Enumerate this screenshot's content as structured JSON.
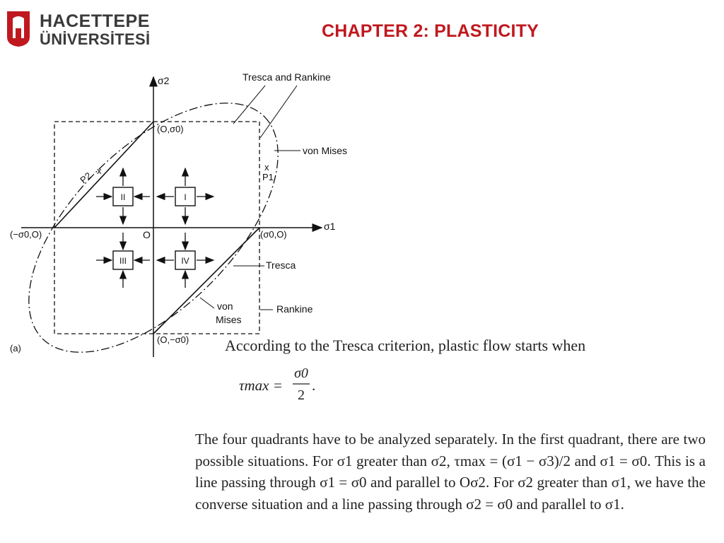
{
  "header": {
    "university_line1": "HACETTEPE",
    "university_line2": "ÜNİVERSİTESİ",
    "title": "CHAPTER 2: PLASTICITY",
    "brand_color": "#c0181f",
    "logo_icon": "hacettepe-logo-icon"
  },
  "figure": {
    "panel_label": "(a)",
    "axis_sigma2": "σ2",
    "axis_sigma1": "σ1",
    "origin": "O",
    "point_top": "(O,σ0)",
    "point_bottom": "(O,−σ0)",
    "point_left": "(−σ0,O)",
    "point_right": "(σ0,O)",
    "label_tresca_rankine": "Tresca and Rankine",
    "label_von_mises": "von Mises",
    "label_tresca": "Tresca",
    "label_rankine": "Rankine",
    "label_von_mises_inner_1": "von",
    "label_von_mises_inner_2": "Mises",
    "point_p1": "P1",
    "point_p2": "P2",
    "marker_x": "x",
    "quadrants": [
      "I",
      "II",
      "III",
      "IV"
    ]
  },
  "text": {
    "intro": "According to the Tresca criterion, plastic flow starts when",
    "formula_lhs": "τmax =",
    "formula_num": "σ0",
    "formula_den": "2",
    "paragraph": "The four quadrants have to be analyzed separately. In the first quadrant, there are two possible situations. For σ1 greater than σ2, τmax = (σ1 − σ3)/2 and σ1 = σ0. This is a line passing through σ1 = σ0 and parallel to Oσ2. For σ2 greater than σ1, we have the converse situation and a line passing through σ2 = σ0 and parallel to σ1."
  }
}
